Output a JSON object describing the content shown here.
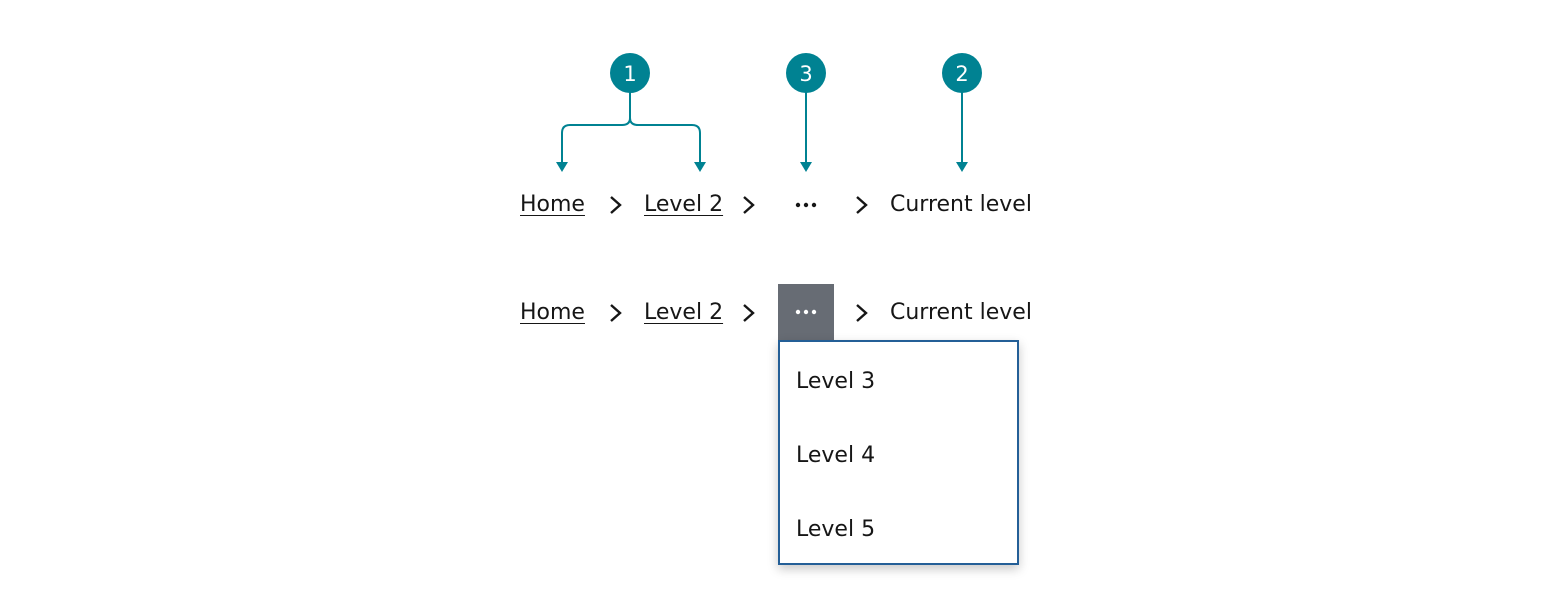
{
  "colors": {
    "marker": "#008292",
    "active_ellipsis_bg": "#676c74",
    "menu_border": "#245f97",
    "text": "#161616"
  },
  "markers": [
    "1",
    "3",
    "2"
  ],
  "breadcrumb_default": {
    "home": "Home",
    "level2": "Level 2",
    "current": "Current level",
    "overflow_icon": "ellipsis-icon",
    "separator_icon": "chevron-right-icon"
  },
  "breadcrumb_expanded": {
    "home": "Home",
    "level2": "Level 2",
    "current": "Current level",
    "overflow_icon": "ellipsis-icon",
    "menu_items": [
      "Level 3",
      "Level 4",
      "Level 5"
    ]
  }
}
